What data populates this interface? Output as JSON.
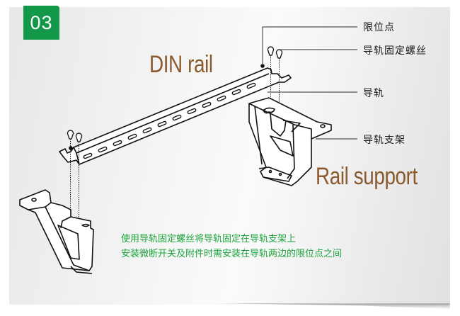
{
  "step_badge": {
    "number": "03",
    "color": "#13984a"
  },
  "labels": {
    "din_rail": "DIN rail",
    "rail_support": "Rail support",
    "label_color": "#8a5a2e"
  },
  "callouts": [
    {
      "id": "limit-point",
      "text": "限位点"
    },
    {
      "id": "rail-fixing-screw",
      "text": "导轨固定螺丝"
    },
    {
      "id": "rail",
      "text": "导轨"
    },
    {
      "id": "rail-bracket",
      "text": "导轨支架"
    }
  ],
  "instructions": {
    "color": "#1aa33a",
    "lines": [
      "使用导轨固定螺丝将导轨固定在导轨支架上",
      "安装微断开关及附件时需安装在导轨两边的限位点之间"
    ]
  }
}
